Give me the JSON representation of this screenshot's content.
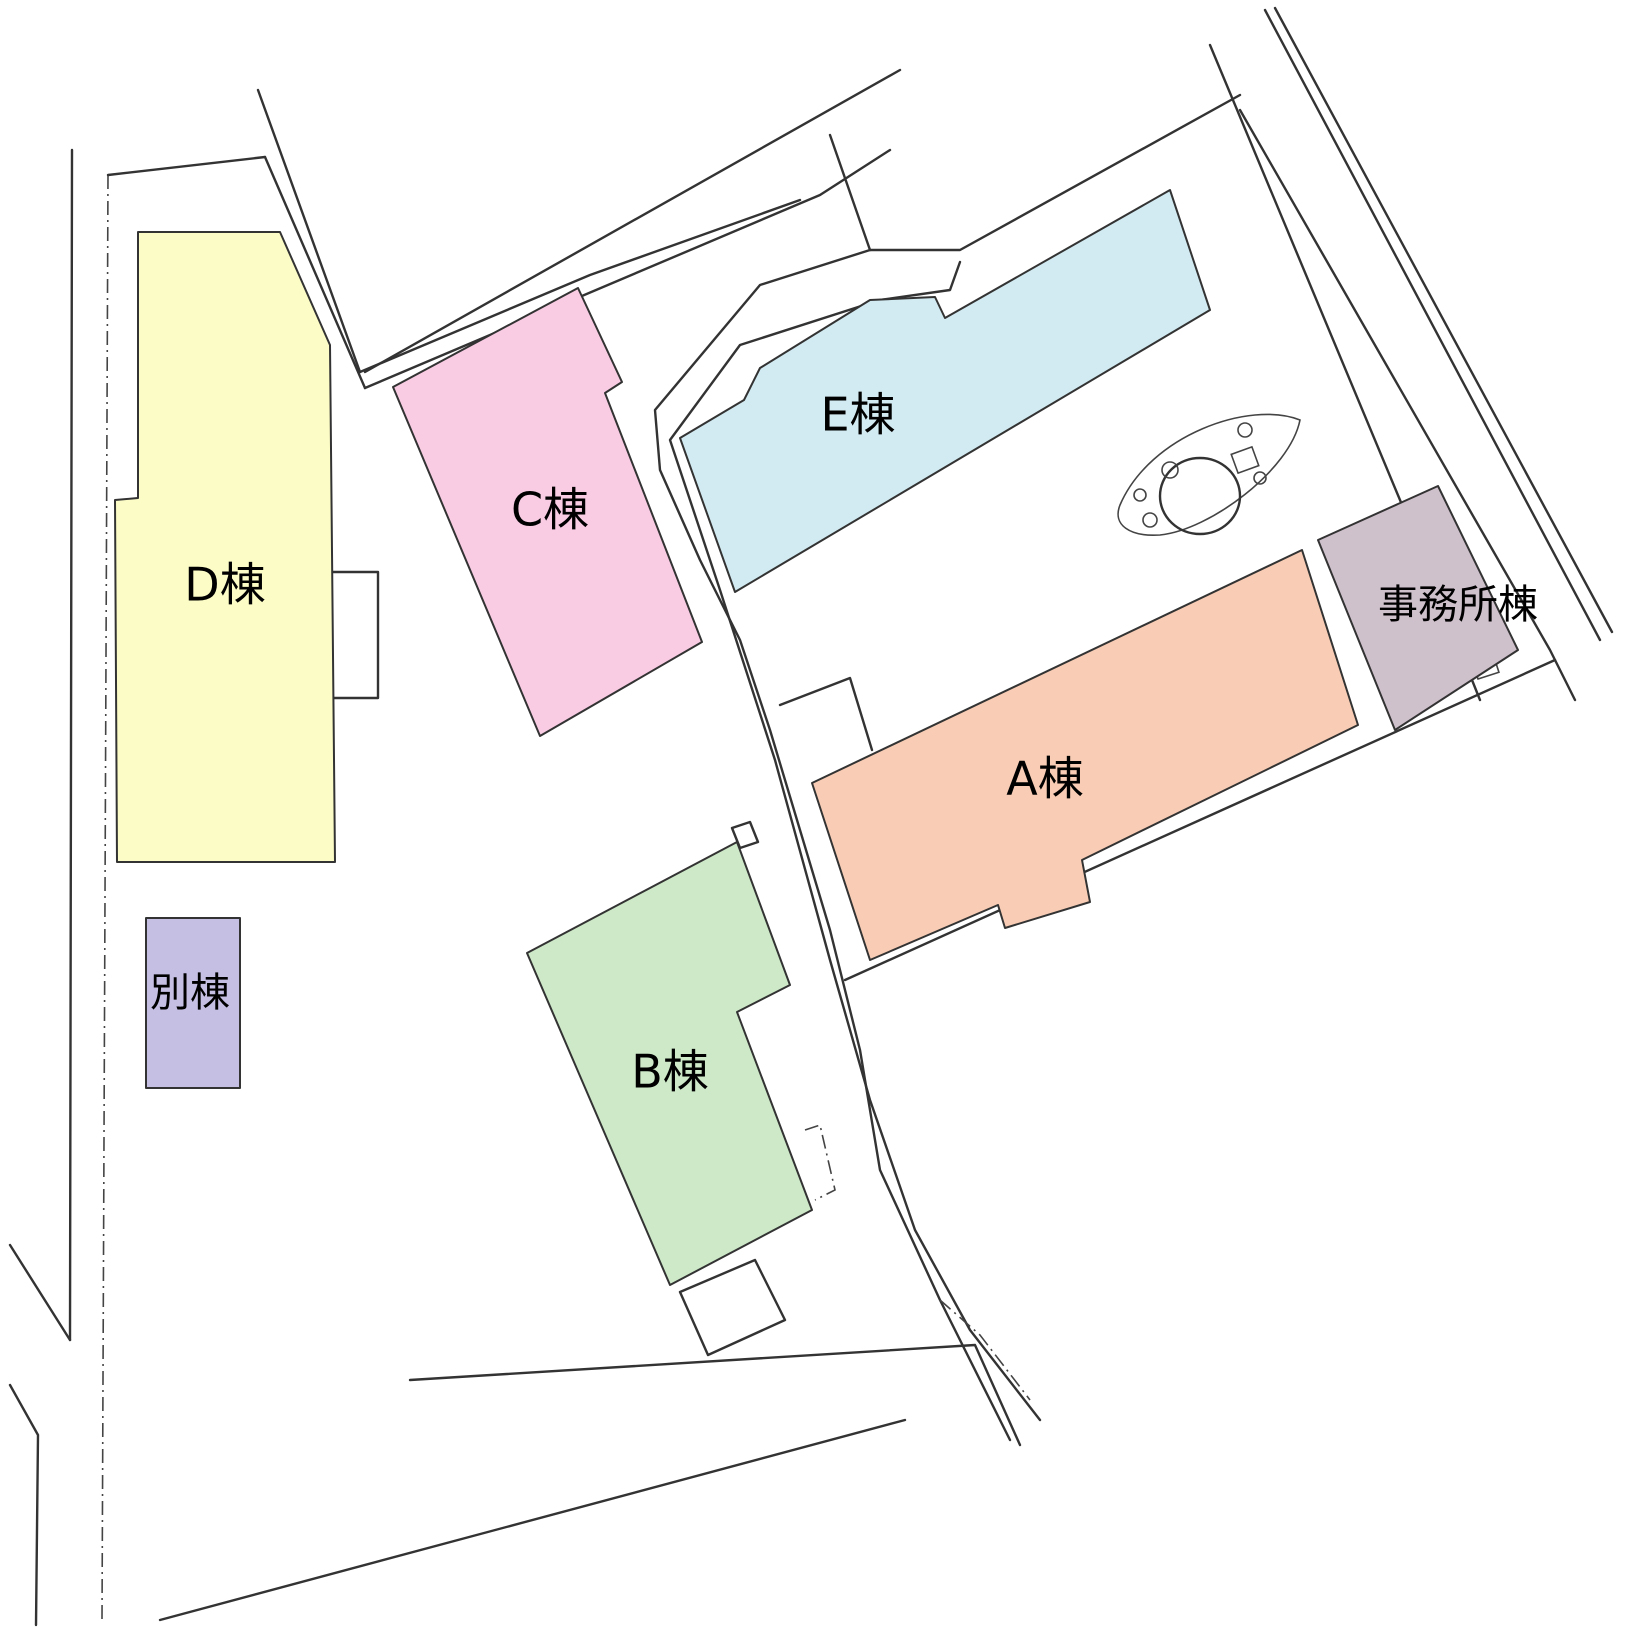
{
  "buildings": [
    {
      "id": "d",
      "label": "D棟",
      "color": "#fcfcc6"
    },
    {
      "id": "c",
      "label": "C棟",
      "color": "#f9cce4"
    },
    {
      "id": "e",
      "label": "E棟",
      "color": "#d2ebf2"
    },
    {
      "id": "a",
      "label": "A棟",
      "color": "#f9cdb5"
    },
    {
      "id": "office",
      "label": "事務所棟",
      "color": "#cfc1cc"
    },
    {
      "id": "b",
      "label": "B棟",
      "color": "#cde9c8"
    },
    {
      "id": "annex",
      "label": "別棟",
      "color": "#c6bfe4"
    }
  ]
}
